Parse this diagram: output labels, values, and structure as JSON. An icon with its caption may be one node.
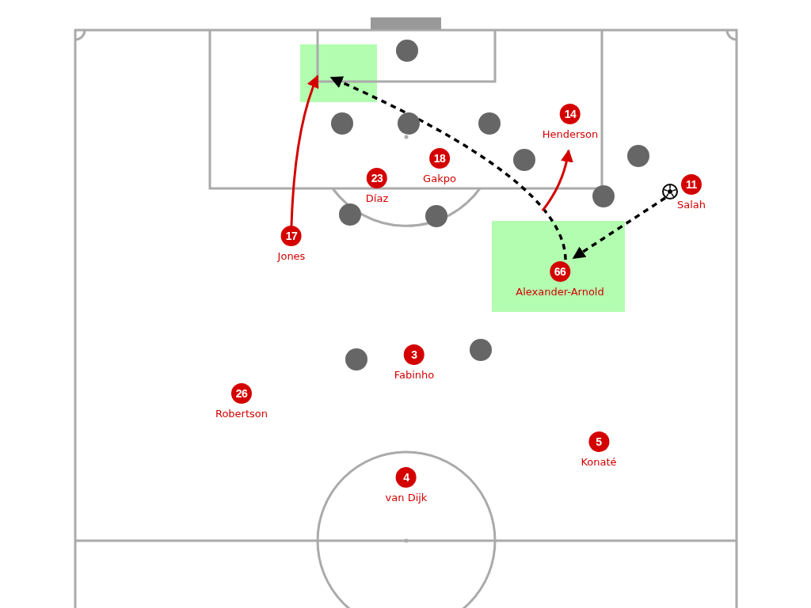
{
  "diagram": {
    "nodes": [
      {
        "text": [],
        "shape": "box"
      },
      {
        "text": [],
        "shape": "box"
      },
      {
        "text": [
          "14",
          "Henderson"
        ]
      },
      {
        "text": [
          "18",
          "Gakpo"
        ]
      },
      {
        "text": [
          "23",
          "Díaz"
        ]
      },
      {
        "text": [
          "11",
          "Salah"
        ]
      },
      {
        "text": [
          "17",
          "Jones"
        ]
      },
      {
        "text": [
          "66",
          "Alexander-Arnold"
        ],
        "in": 1
      },
      {
        "text": [
          "3",
          "Fabinho"
        ]
      },
      {
        "text": [
          "26",
          "Robertson"
        ]
      },
      {
        "text": [
          "5",
          "Konaté"
        ]
      },
      {
        "text": [
          "4",
          "van Dijk"
        ]
      },
      {
        "text": [],
        "shape": "ball"
      },
      {
        "text": [],
        "shape": "circle"
      },
      {
        "text": [],
        "shape": "circle"
      },
      {
        "text": [],
        "shape": "circle"
      },
      {
        "text": [],
        "shape": "circle"
      },
      {
        "text": [],
        "shape": "circle"
      },
      {
        "text": [],
        "shape": "circle"
      },
      {
        "text": [],
        "shape": "circle"
      },
      {
        "text": [],
        "shape": "circle"
      },
      {
        "text": [],
        "shape": "circle"
      },
      {
        "text": [],
        "shape": "circle"
      },
      {
        "text": [],
        "shape": "circle"
      }
    ],
    "edges": [
      {
        "from": 6,
        "to": 0,
        "arrow": "to",
        "color": "#d40000"
      },
      {
        "from": 7,
        "to": 0,
        "arrow": "to",
        "style": "dashed",
        "color": "#000000"
      },
      {
        "from": 12,
        "to": 7,
        "arrow": "to",
        "style": "dashed",
        "color": "#000000"
      },
      {
        "from": null,
        "to": 2,
        "arrow": "to",
        "color": "#d40000"
      }
    ]
  }
}
